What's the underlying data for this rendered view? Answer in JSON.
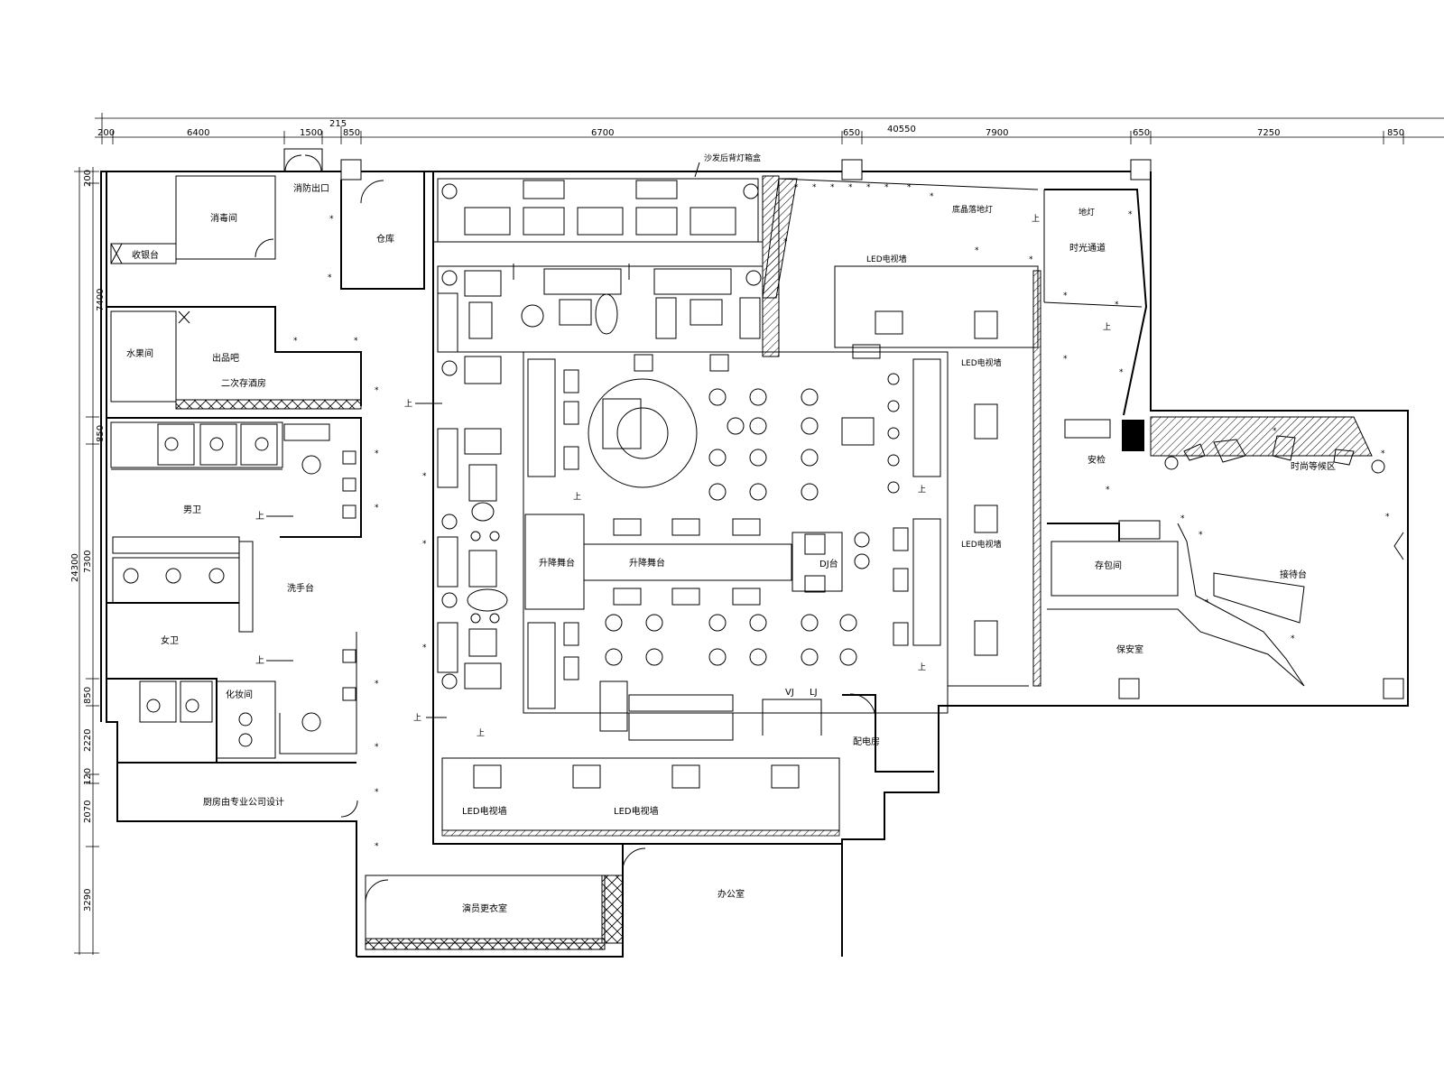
{
  "dimensions": {
    "top_overall": "40550",
    "top_215": "215",
    "top": [
      "200",
      "6400",
      "1500",
      "850",
      "6700",
      "650",
      "7900",
      "650",
      "7250",
      "850"
    ],
    "left_overall": "24300",
    "left": [
      "200",
      "7400",
      "850",
      "7300",
      "850",
      "2220",
      "120",
      "2070",
      "3290"
    ]
  },
  "rooms": {
    "fire_exit": "消防出口",
    "disinfection": "消毒间",
    "cashier": "收银台",
    "warehouse": "仓库",
    "fruit_room": "水果间",
    "bar": "出品吧",
    "wine_storage": "二次存酒房",
    "mens_room": "男卫",
    "washbasin": "洗手台",
    "womens_room": "女卫",
    "makeup": "化妆间",
    "kitchen": "厨房由专业公司设计",
    "dressing_room": "演员更衣室",
    "office": "办公室",
    "power_room": "配电房",
    "lift_stage_1": "升降舞台",
    "lift_stage_2": "升降舞台",
    "dj_booth": "DJ台",
    "vj": "VJ",
    "lj": "LJ",
    "sofa_lightbox": "沙发后背灯箱盒",
    "floor_lamp": "底晶落地灯",
    "ground_light": "地灯",
    "time_corridor": "时光通道",
    "led_1": "LED电视墙",
    "led_2": "LED电视墙",
    "led_3": "LED电视墙",
    "led_4": "LED电视墙",
    "led_5": "LED电视墙",
    "security_check": "安检",
    "waiting_area": "时尚等候区",
    "cloakroom": "存包间",
    "reception": "接待台",
    "security_room": "保安室",
    "up_marks": [
      "上",
      "上",
      "上",
      "上",
      "上",
      "上",
      "上",
      "上",
      "上",
      "上"
    ]
  }
}
